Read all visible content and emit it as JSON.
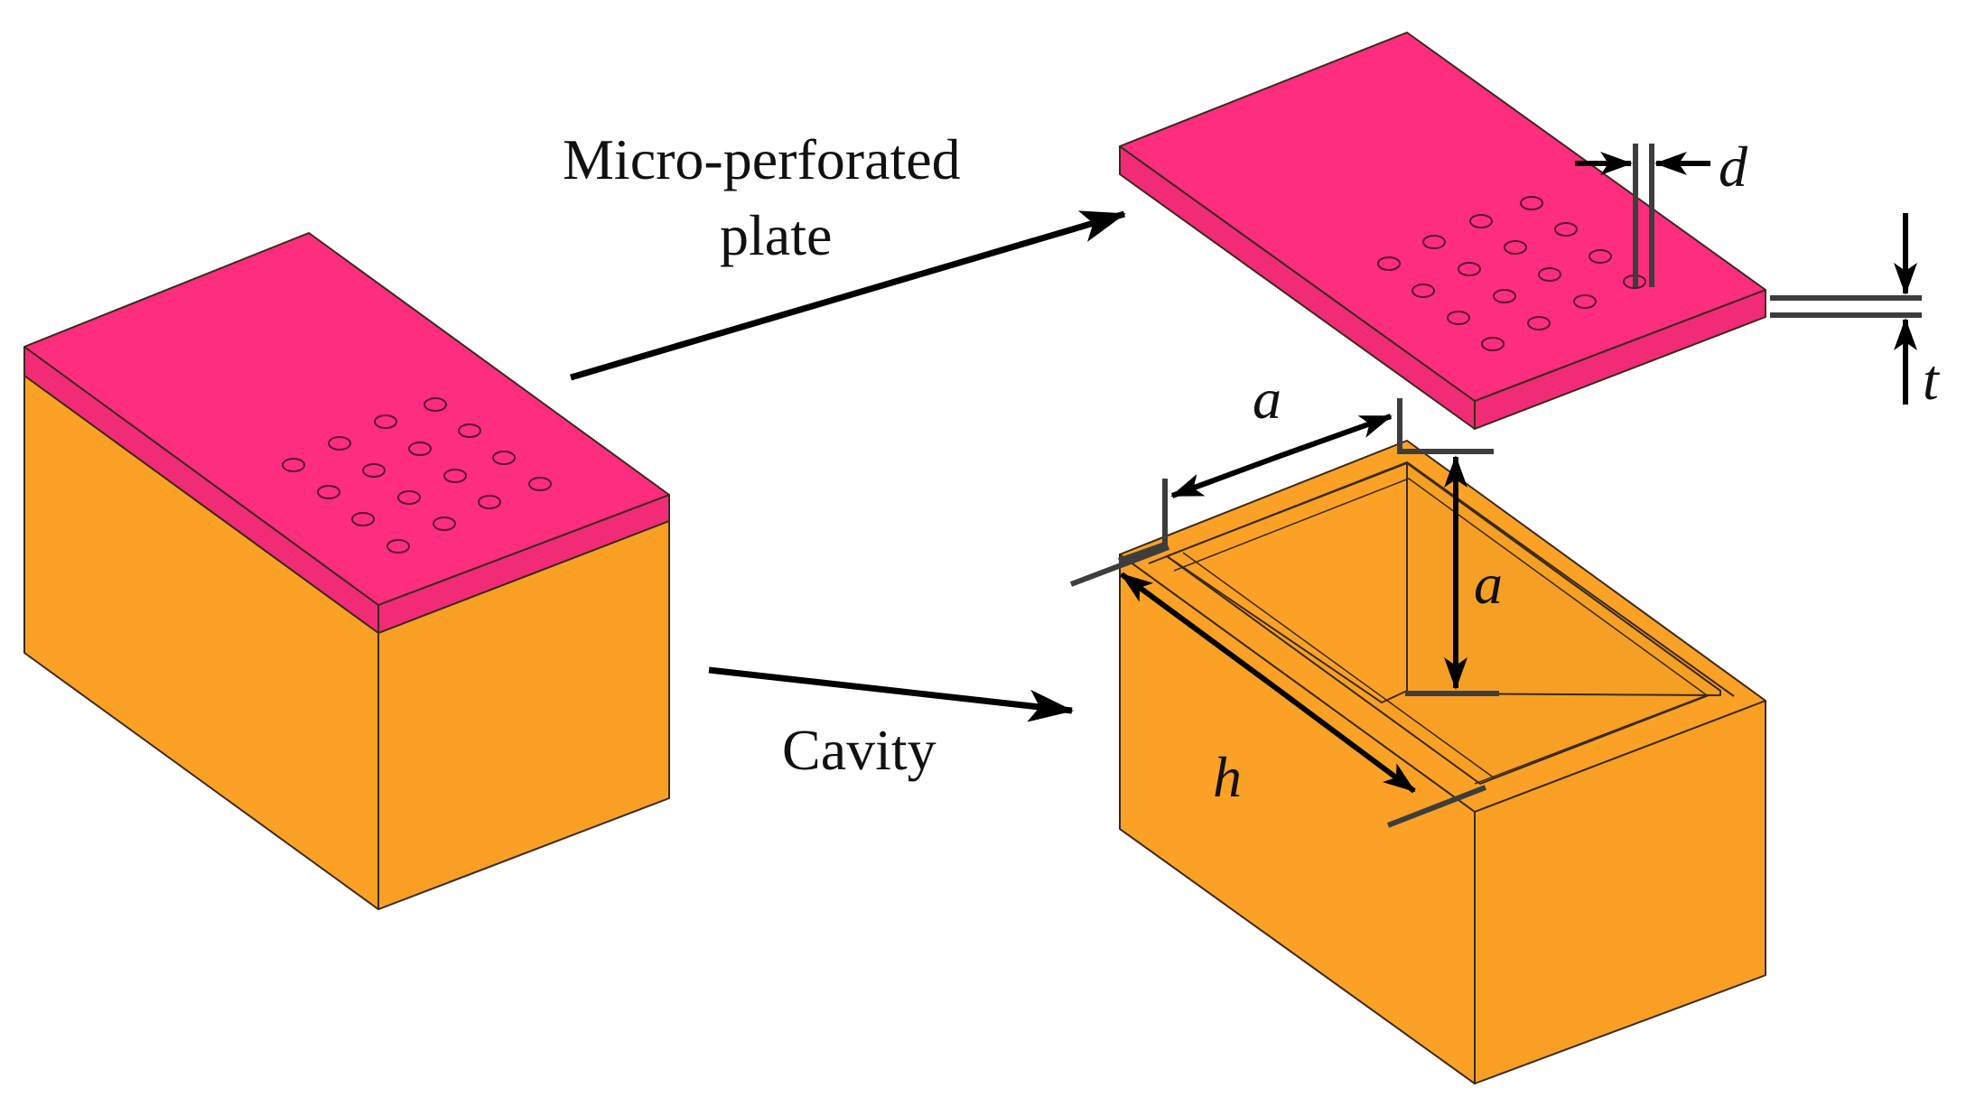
{
  "labels": {
    "plate": [
      "Micro-perforated",
      "plate"
    ],
    "cavity": "Cavity",
    "d": "d",
    "t": "t",
    "a_width": "a",
    "a_depth": "a",
    "h": "h"
  },
  "colors": {
    "plate": "#ff2d7e",
    "plate_side": "#e8246f",
    "cavity": "#fba125",
    "cavity_side": "#f29a22",
    "outline": "#3a2a1a",
    "dimension": "#3d3d3d",
    "arrow": "#000000"
  },
  "icons": [
    "arrow-right-icon",
    "dimension-arrow-icon"
  ]
}
